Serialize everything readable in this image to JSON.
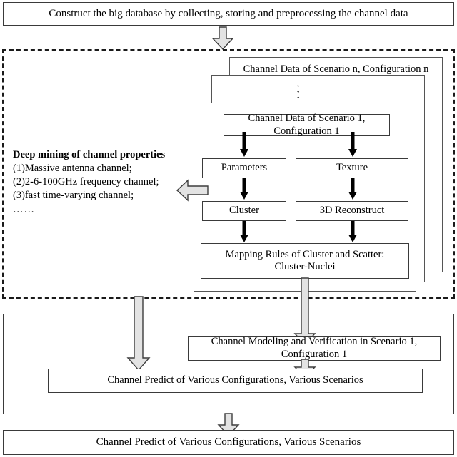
{
  "diagram": {
    "title_box": {
      "label": "Construct the big database by collecting, storing and preprocessing the channel data"
    },
    "deep_mining": {
      "heading": "Deep mining of channel properties",
      "items": [
        "(1)Massive antenna channel;",
        "(2)2-6-100GHz frequency channel;",
        "(3)fast time-varying channel;",
        "……"
      ]
    },
    "stack": {
      "back_card_label": "Channel Data of Scenario n, Configuration n",
      "middle_card_ellipsis": "⋰",
      "front_card": {
        "source_box": "Channel Data of Scenario 1,\nConfiguration 1",
        "source_box_line1": "Channel Data of Scenario 1,",
        "source_box_line2": "Configuration 1",
        "parameters_box": "Parameters",
        "texture_box": "Texture",
        "cluster_box": "Cluster",
        "reconstruct_box": "3D Reconstruct",
        "mapping_box_line1": "Mapping Rules of Cluster and Scatter:",
        "mapping_box_line2": "Cluster-Nuclei"
      }
    },
    "lower_section": {
      "modeling_box_line1": "Channel Modeling and Verification in Scenario 1,",
      "modeling_box_line2": "Configuration 1",
      "predict_box_inner": "Channel Predict of Various Configurations, Various Scenarios"
    },
    "final_box": {
      "label": "Channel Predict of Various Configurations, Various Scenarios"
    },
    "colors": {
      "arrow_fill": "#e3e3e3",
      "arrow_stroke": "#3d3d3d",
      "box_border": "#3a3a3a",
      "dashed_border": "#1a1a1a"
    }
  }
}
